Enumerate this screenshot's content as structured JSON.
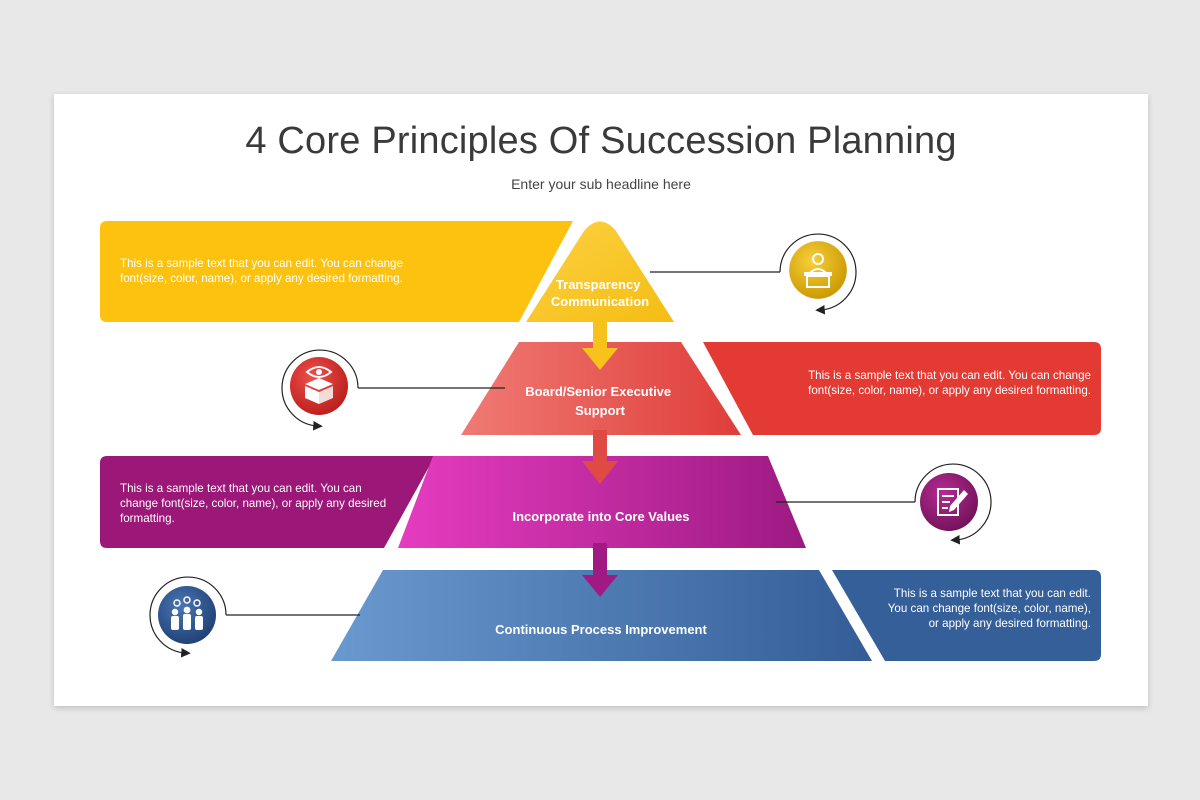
{
  "slide": {
    "title": "4 Core Principles Of Succession Planning",
    "subtitle": "Enter your sub headline here"
  },
  "levels": [
    {
      "label_lines": [
        "Transparency",
        "Communication"
      ],
      "text": "This is a sample text that you can edit. You can change font(size, color, name), or apply any desired formatting.",
      "color": "#f6c011",
      "icon": "podium-speaker-icon"
    },
    {
      "label_lines": [
        "Board/Senior  Executive",
        "Support"
      ],
      "text": "This is a sample text that you can edit. You can change font(size, color, name), or apply any desired formatting.",
      "color": "#e23c36",
      "icon": "eye-box-icon"
    },
    {
      "label_lines": [
        "Incorporate into Core Values"
      ],
      "text": "This is a sample text that you can edit. You can change font(size, color, name), or apply any desired formatting.",
      "color": "#971676",
      "icon": "document-pen-icon"
    },
    {
      "label_lines": [
        "Continuous  Process Improvement"
      ],
      "text": "This is a sample text that you can edit. You can change font(size, color, name), or apply any desired formatting.",
      "color": "#355f9a",
      "icon": "team-people-icon"
    }
  ]
}
